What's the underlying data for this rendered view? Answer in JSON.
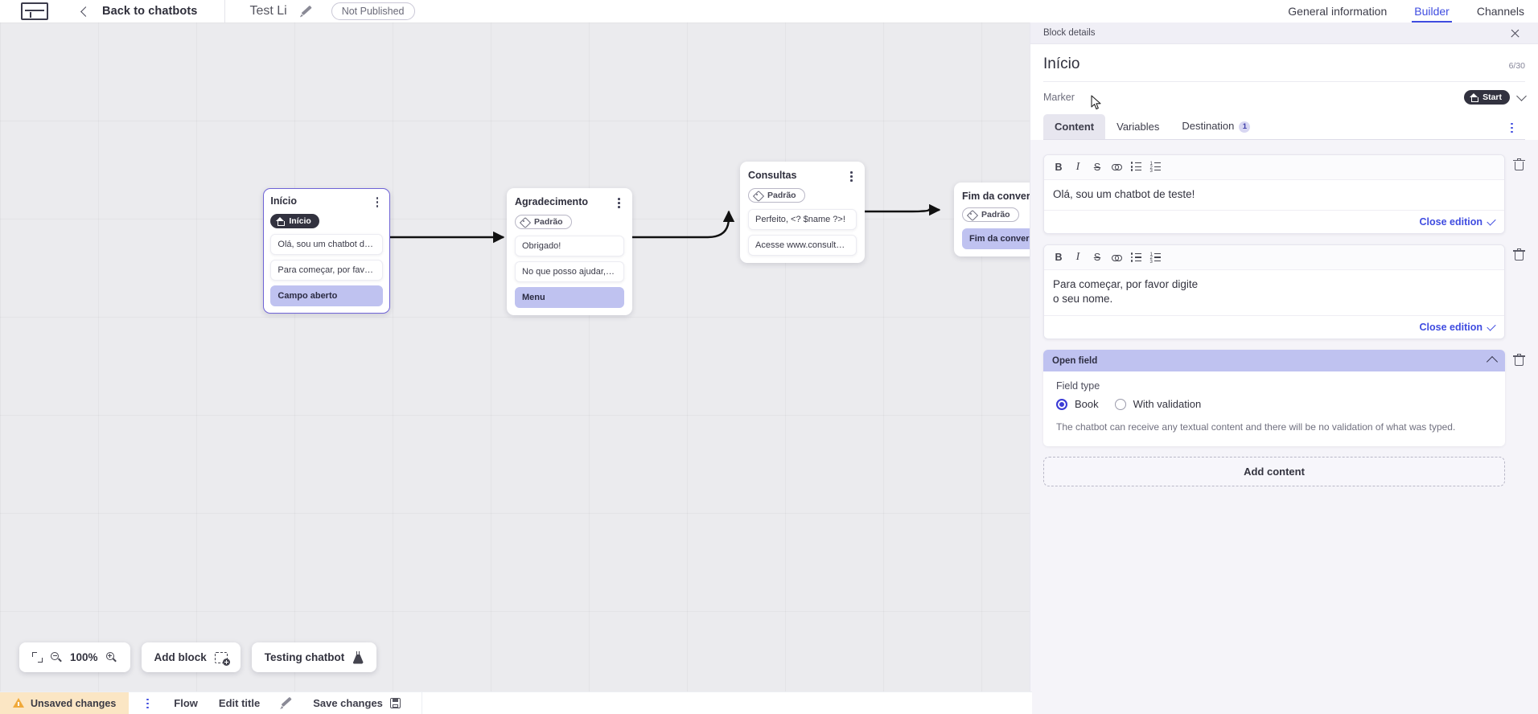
{
  "topbar": {
    "logo_icon": "app-logo-icon",
    "back_icon": "chevron-left-icon",
    "back_label": "Back to chatbots",
    "bot_title": "Test Li",
    "edit_icon": "pencil-icon",
    "publish_status": "Not Published",
    "nav": [
      {
        "label": "General information",
        "active": false
      },
      {
        "label": "Builder",
        "active": true
      },
      {
        "label": "Channels",
        "active": false
      }
    ]
  },
  "canvas": {
    "nodes": [
      {
        "title": "Início",
        "badge": {
          "label": "Início",
          "icon": "home-icon",
          "style": "dark"
        },
        "rows": [
          {
            "text": "Olá, sou um chatbot de teste!",
            "highlight": false
          },
          {
            "text": "Para começar, por favor digite o ...",
            "highlight": false
          },
          {
            "text": "Campo aberto",
            "highlight": true
          }
        ],
        "selected": true
      },
      {
        "title": "Agradecimento",
        "badge": {
          "label": "Padrão",
          "icon": "tag-icon",
          "style": "outline"
        },
        "rows": [
          {
            "text": "Obrigado!",
            "highlight": false
          },
          {
            "text": "No que posso ajudar, <? $name ...",
            "highlight": false
          },
          {
            "text": "Menu",
            "highlight": true
          }
        ],
        "selected": false
      },
      {
        "title": "Consultas",
        "badge": {
          "label": "Padrão",
          "icon": "tag-icon",
          "style": "outline"
        },
        "rows": [
          {
            "text": "Perfeito, <? $name ?>!",
            "highlight": false
          },
          {
            "text": "Acesse www.consultas.com par...",
            "highlight": false
          }
        ],
        "selected": false
      },
      {
        "title": "Fim da conversa",
        "badge": {
          "label": "Padrão",
          "icon": "tag-icon",
          "style": "outline"
        },
        "rows": [
          {
            "text": "Fim da conversa",
            "highlight": true
          }
        ],
        "selected": false
      }
    ]
  },
  "toolbar": {
    "fit_icon": "fit-screen-icon",
    "zoom_out_icon": "zoom-out-icon",
    "zoom_level": "100%",
    "zoom_in_icon": "zoom-in-icon",
    "add_block_label": "Add block",
    "add_block_icon": "add-block-icon",
    "testing_label": "Testing chatbot",
    "testing_icon": "flask-icon"
  },
  "statusbar": {
    "unsaved_label": "Unsaved changes",
    "warning_icon": "warning-icon",
    "more_icon": "more-vertical-icon",
    "flow_label": "Flow",
    "edit_title_label": "Edit title",
    "edit_title_icon": "pencil-icon",
    "save_label": "Save changes",
    "save_icon": "save-icon"
  },
  "panel": {
    "header_title": "Block details",
    "close_icon": "close-icon",
    "block_title": "Início",
    "char_count": "6/30",
    "marker_label": "Marker",
    "marker_value": "Start",
    "marker_icon": "home-icon",
    "marker_chevron_icon": "chevron-down-icon",
    "tabs": [
      {
        "label": "Content",
        "active": true,
        "count": ""
      },
      {
        "label": "Variables",
        "active": false,
        "count": ""
      },
      {
        "label": "Destination",
        "active": false,
        "count": "1"
      }
    ],
    "tabs_more_icon": "more-vertical-icon",
    "editor_toolbar": {
      "bold": "B",
      "italic": "I",
      "strike": "S",
      "link_icon": "link-icon",
      "bullet_list_icon": "bullet-list-icon",
      "numbered_list_icon": "numbered-list-icon"
    },
    "delete_icon": "trash-icon",
    "close_edition_label": "Close edition",
    "close_edition_icon": "check-icon",
    "content_blocks": [
      {
        "text": "Olá, sou um chatbot de teste!"
      },
      {
        "text": "Para começar, por favor digite o seu nome."
      }
    ],
    "open_field": {
      "title": "Open field",
      "collapse_icon": "chevron-up-icon",
      "field_type_label": "Field type",
      "options": [
        {
          "label": "Book",
          "selected": true
        },
        {
          "label": "With validation",
          "selected": false
        }
      ],
      "description": "The chatbot can receive any textual content and there will be no validation of what was typed."
    },
    "add_content_label": "Add content"
  },
  "colors": {
    "accent": "#3f4ce0",
    "highlight": "#bfc2f0",
    "warning_bg": "#fbe6c4",
    "canvas_bg": "#ebebee"
  }
}
